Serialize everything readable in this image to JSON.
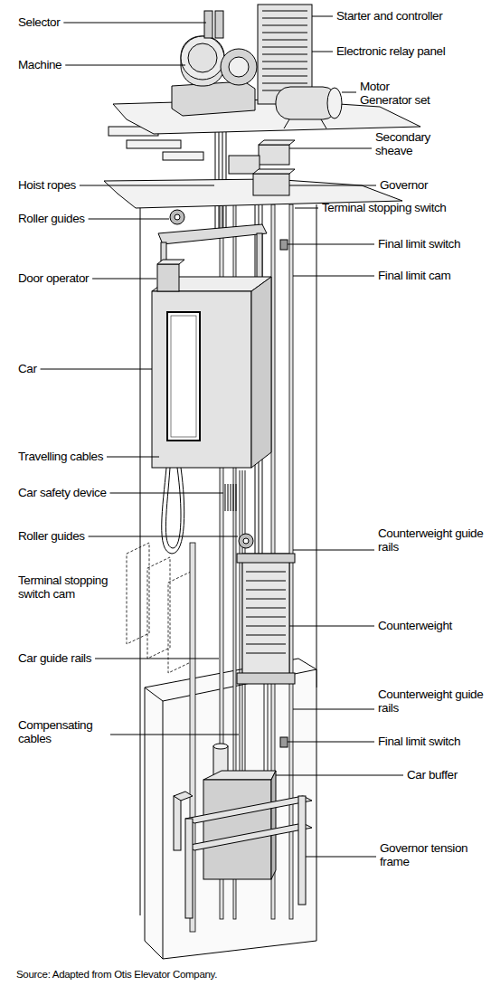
{
  "diagram": {
    "caption": "Source: Adapted from Otis Elevator Company.",
    "labels": [
      "Selector",
      "Machine",
      "Hoist ropes",
      "Roller guides",
      "Door operator",
      "Car",
      "Travelling cables",
      "Car safety device",
      "Roller guides",
      "Terminal stopping switch cam",
      "Car guide rails",
      "Compensating cables",
      "Starter and controller",
      "Electronic relay panel",
      "Motor Generator set",
      "Secondary sheave",
      "Governor",
      "Terminal stopping switch",
      "Final limit switch",
      "Final limit cam",
      "Counterweight guide rails",
      "Counterweight",
      "Counterweight guide rails",
      "Final limit switch",
      "Car buffer",
      "Governor tension frame"
    ]
  }
}
